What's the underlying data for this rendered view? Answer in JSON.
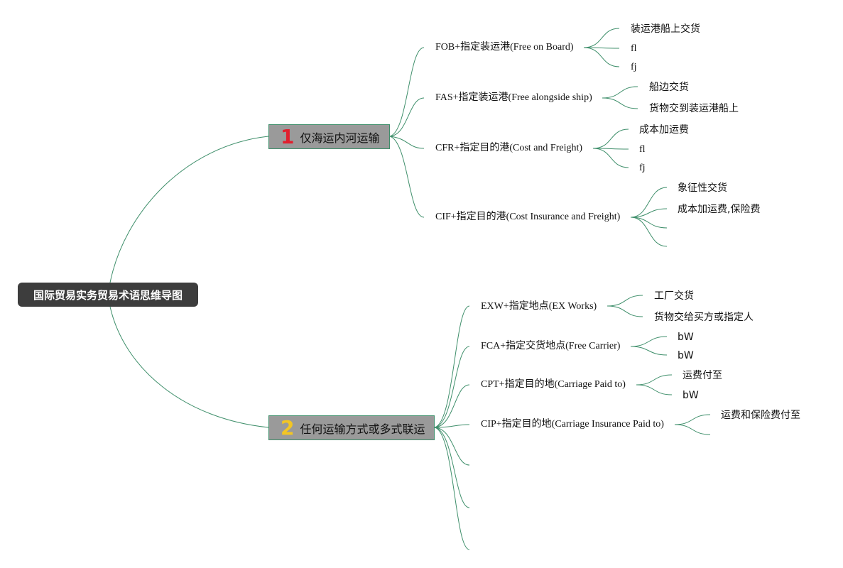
{
  "root": {
    "title": "国际贸易实务贸易术语思维导图"
  },
  "branches": [
    {
      "number": "1",
      "label": "仅海运内河运输",
      "terms": [
        {
          "label": "FOB+指定装运港(Free on Board)",
          "details": [
            "装运港船上交货",
            "fl",
            "fj"
          ]
        },
        {
          "label": "FAS+指定装运港(Free alongside ship)",
          "details": [
            "船边交货",
            "货物交到装运港船上"
          ]
        },
        {
          "label": "CFR+指定目的港(Cost and Freight)",
          "details": [
            "成本加运费",
            "fl",
            "fj"
          ]
        },
        {
          "label": "CIF+指定目的港(Cost Insurance and Freight)",
          "details": [
            "象征性交货",
            "成本加运费,保险费",
            "",
            ""
          ]
        }
      ]
    },
    {
      "number": "2",
      "label": "任何运输方式或多式联运",
      "terms": [
        {
          "label": "EXW+指定地点(EX Works)",
          "details": [
            "工厂交货",
            "货物交给买方或指定人"
          ]
        },
        {
          "label": "FCA+指定交货地点(Free Carrier)",
          "details": [
            "bW",
            "bW"
          ]
        },
        {
          "label": "CPT+指定目的地(Carriage Paid to)",
          "details": [
            "运费付至",
            "bW"
          ]
        },
        {
          "label": "CIP+指定目的地(Carriage Insurance Paid to)",
          "details": [
            "运费和保险费付至",
            ""
          ]
        },
        {
          "label": "",
          "details": []
        },
        {
          "label": "",
          "details": []
        },
        {
          "label": "",
          "details": []
        }
      ]
    }
  ],
  "colors": {
    "connector": "#3f8f6b",
    "root_bg": "#3d3d3d",
    "branch_bg": "#9a9a9a",
    "number_1": "#e0202e",
    "number_2": "#f3c623"
  }
}
